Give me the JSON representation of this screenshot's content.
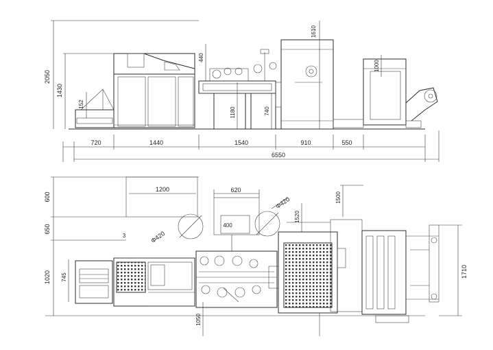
{
  "drawing": {
    "side_view": {
      "horizontal_dimensions": [
        "720",
        "1440",
        "1540",
        "910",
        "550"
      ],
      "overall_length": "6550",
      "vertical_dimensions": [
        "2050",
        "1430",
        "152",
        "440",
        "1180",
        "740",
        "1610",
        "1000"
      ]
    },
    "top_view": {
      "dimensions": [
        "1200",
        "620",
        "400",
        "1520",
        "1500",
        "600",
        "650",
        "1020",
        "745",
        "1050",
        "1710"
      ],
      "diameter_labels": [
        "Φ420",
        "Φ420"
      ],
      "item_marker": "3"
    }
  }
}
